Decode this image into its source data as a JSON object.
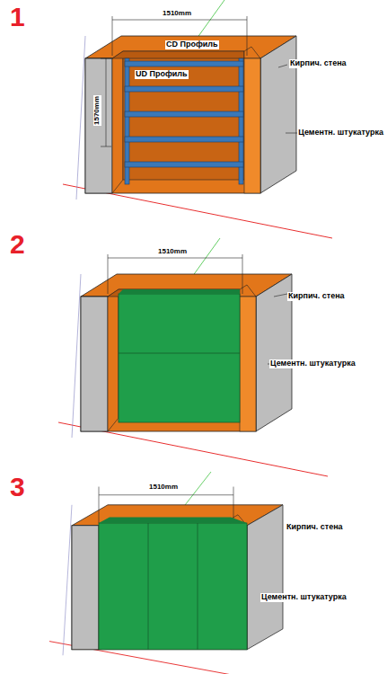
{
  "diagram": {
    "labels": [
      "1",
      "1510mm",
      "CD Профиль",
      "UD Профиль",
      "1570mm",
      "Кирпич. стена",
      "Цементн. штукатурка",
      "2",
      "1510mm",
      "Кирпич. стена",
      "Цементн. штукатурка",
      "3",
      "1510mm",
      "Кирпич. стена",
      "Цементн. штукатурка"
    ]
  }
}
